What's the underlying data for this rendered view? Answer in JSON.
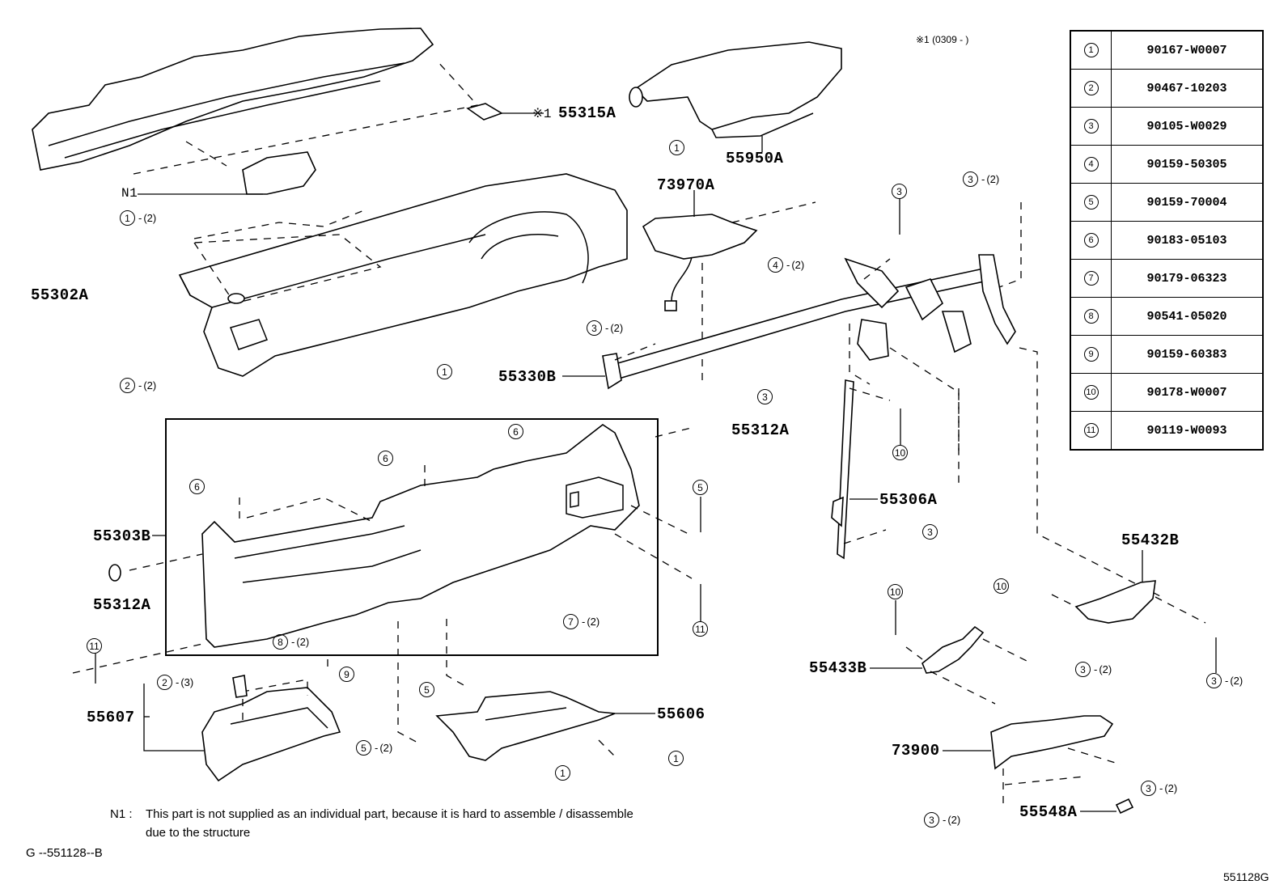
{
  "title_note": "※1 (0309 -        )",
  "legend": {
    "rows": [
      {
        "index": "1",
        "part_number": "90167-W0007"
      },
      {
        "index": "2",
        "part_number": "90467-10203"
      },
      {
        "index": "3",
        "part_number": "90105-W0029"
      },
      {
        "index": "4",
        "part_number": "90159-50305"
      },
      {
        "index": "5",
        "part_number": "90159-70004"
      },
      {
        "index": "6",
        "part_number": "90183-05103"
      },
      {
        "index": "7",
        "part_number": "90179-06323"
      },
      {
        "index": "8",
        "part_number": "90541-05020"
      },
      {
        "index": "9",
        "part_number": "90159-60383"
      },
      {
        "index": "10",
        "part_number": "90178-W0007"
      },
      {
        "index": "11",
        "part_number": "90119-W0093"
      }
    ]
  },
  "part_labels": {
    "p55315A": "55315A",
    "p55315A_mark": "※1",
    "p55950A": "55950A",
    "p73970A": "73970A",
    "p55302A": "55302A",
    "N1": "N1",
    "p55330B": "55330B",
    "p55312A_upper": "55312A",
    "p55303B": "55303B",
    "p55312A_lower": "55312A",
    "p55306A": "55306A",
    "p55432B": "55432B",
    "p55433B": "55433B",
    "p55607": "55607",
    "p55606": "55606",
    "p73900": "73900",
    "p55548A": "55548A"
  },
  "callouts": [
    {
      "id": "c1",
      "index": "1",
      "qty": ""
    },
    {
      "id": "c2",
      "index": "1",
      "qty": "(2)"
    },
    {
      "id": "c3",
      "index": "2",
      "qty": "(2)"
    },
    {
      "id": "c4",
      "index": "1",
      "qty": ""
    },
    {
      "id": "c5",
      "index": "4",
      "qty": "(2)"
    },
    {
      "id": "c6",
      "index": "3",
      "qty": "(2)"
    },
    {
      "id": "c7",
      "index": "3",
      "qty": ""
    },
    {
      "id": "c8",
      "index": "3",
      "qty": "(2)"
    },
    {
      "id": "c9",
      "index": "3",
      "qty": ""
    },
    {
      "id": "c10",
      "index": "10",
      "qty": ""
    },
    {
      "id": "c11",
      "index": "3",
      "qty": ""
    },
    {
      "id": "c12",
      "index": "6",
      "qty": ""
    },
    {
      "id": "c13",
      "index": "6",
      "qty": ""
    },
    {
      "id": "c14",
      "index": "6",
      "qty": ""
    },
    {
      "id": "c15",
      "index": "5",
      "qty": ""
    },
    {
      "id": "c16",
      "index": "11",
      "qty": ""
    },
    {
      "id": "c17",
      "index": "7",
      "qty": "(2)"
    },
    {
      "id": "c18",
      "index": "8",
      "qty": "(2)"
    },
    {
      "id": "c19",
      "index": "11",
      "qty": ""
    },
    {
      "id": "c20",
      "index": "2",
      "qty": "(3)"
    },
    {
      "id": "c21",
      "index": "9",
      "qty": ""
    },
    {
      "id": "c22",
      "index": "5",
      "qty": ""
    },
    {
      "id": "c23",
      "index": "5",
      "qty": "(2)"
    },
    {
      "id": "c24",
      "index": "1",
      "qty": ""
    },
    {
      "id": "c25",
      "index": "1",
      "qty": ""
    },
    {
      "id": "c26",
      "index": "10",
      "qty": ""
    },
    {
      "id": "c27",
      "index": "10",
      "qty": ""
    },
    {
      "id": "c28",
      "index": "3",
      "qty": "(2)"
    },
    {
      "id": "c29",
      "index": "3",
      "qty": "(2)"
    },
    {
      "id": "c30",
      "index": "3",
      "qty": "(2)"
    },
    {
      "id": "c31",
      "index": "3",
      "qty": "(2)"
    }
  ],
  "footnote": {
    "marker": "N1 :",
    "line1": "This part is not supplied as an individual part, because it is hard to assemble / disassemble",
    "line2": "due to the structure"
  },
  "figure_code_left": "G --551128--B",
  "figure_code_right": "551128G"
}
